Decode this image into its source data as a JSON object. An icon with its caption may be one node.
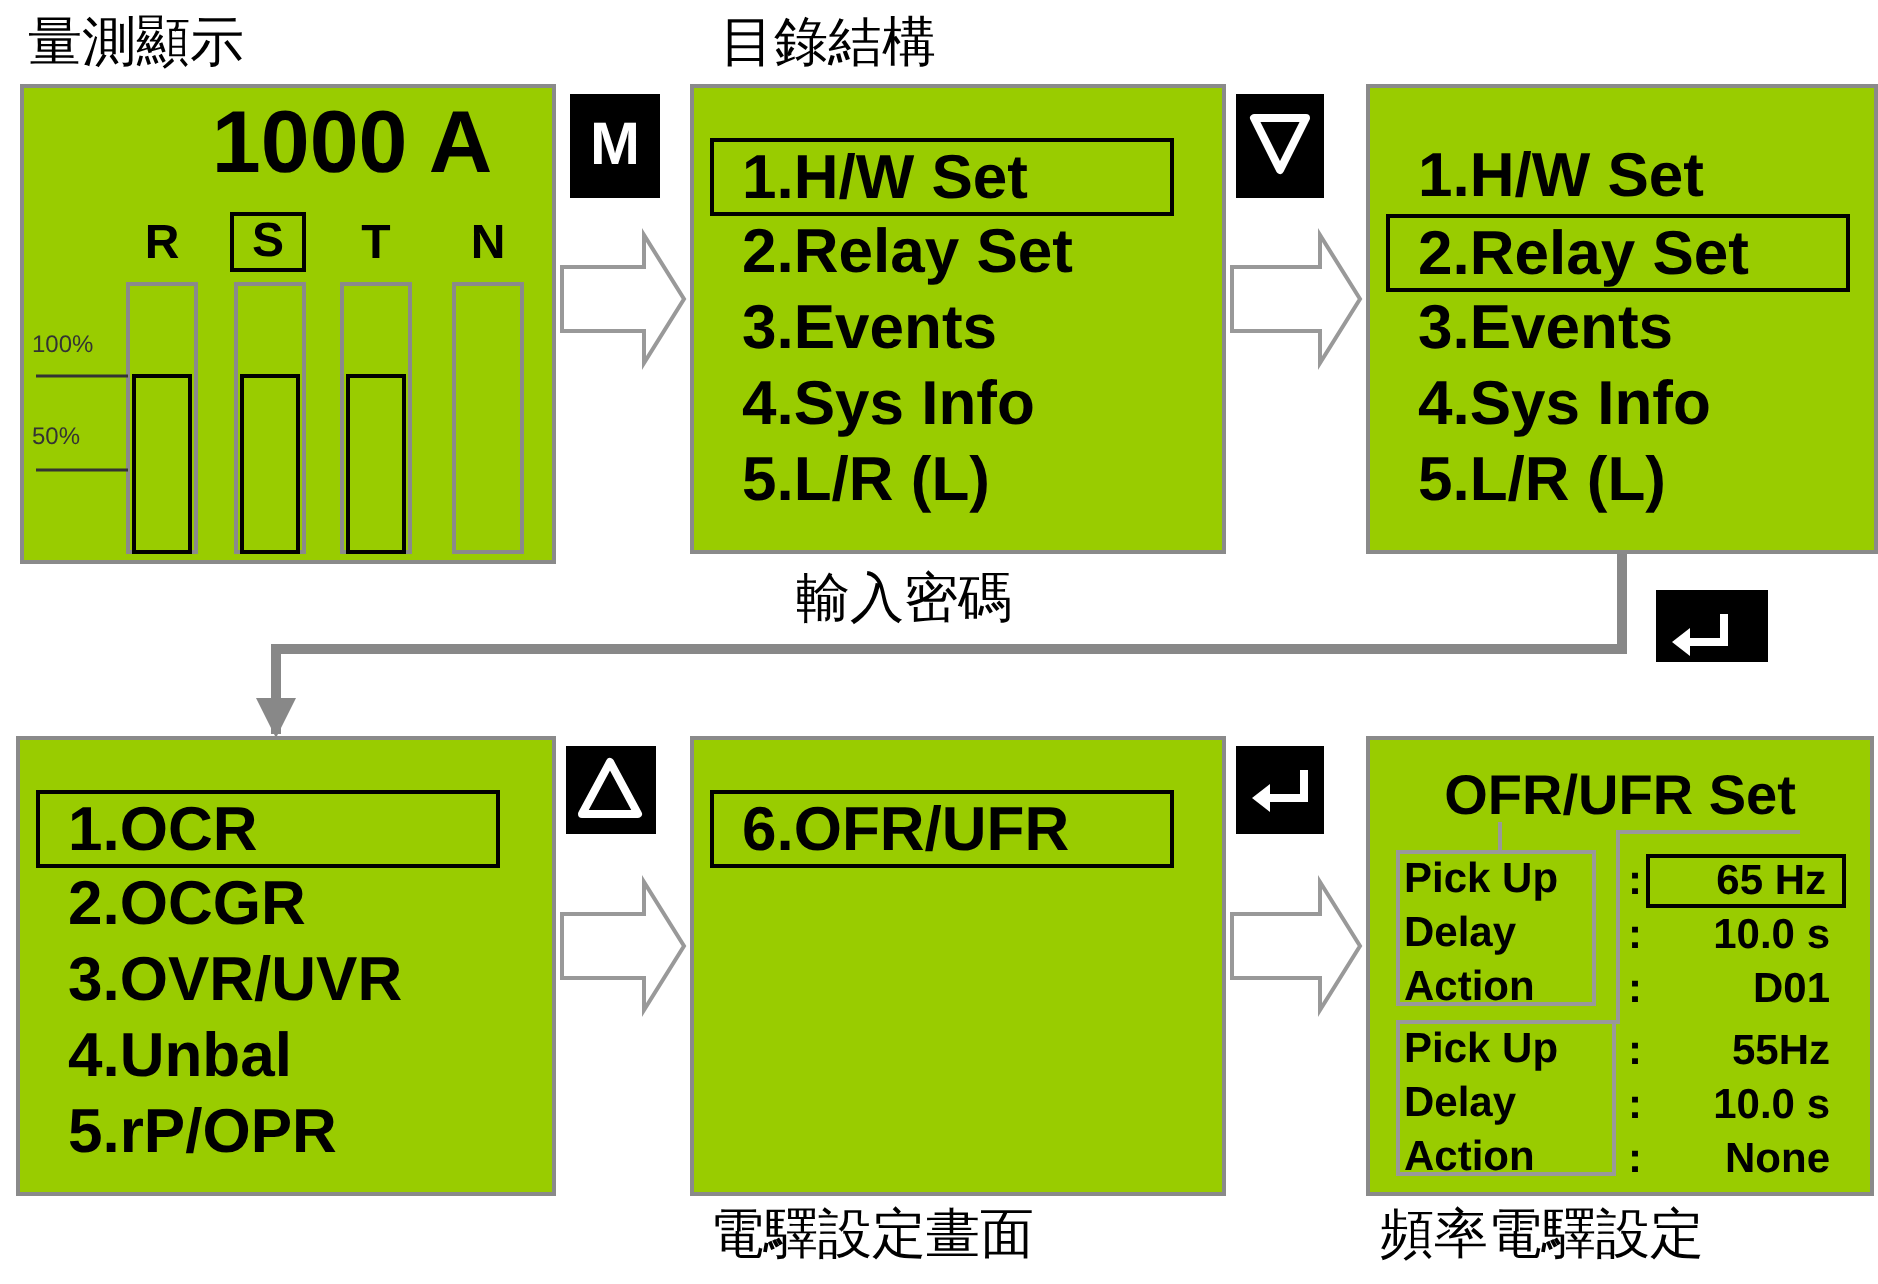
{
  "diagram": {
    "nodes": [
      {
        "text": [
          "1000 A",
          "R",
          "S",
          "T",
          "N",
          "100%",
          "50%"
        ],
        "beside": [
          "量測顯示"
        ]
      },
      {
        "text": [
          "1.H/W Set",
          "2.Relay Set",
          "3.Events",
          "4.Sys Info",
          "5.L/R (L)"
        ],
        "beside": [
          "目錄結構"
        ]
      },
      {
        "text": [
          "1.H/W Set",
          "2.Relay Set",
          "3.Events",
          "4.Sys Info",
          "5.L/R (L)"
        ]
      },
      {
        "text": [
          "1.OCR",
          "2.OCGR",
          "3.OVR/UVR",
          "4.Unbal",
          "5.rP/OPR"
        ]
      },
      {
        "text": [
          "6.OFR/UFR"
        ],
        "beside": [
          "電驛設定畫面"
        ]
      },
      {
        "text": [
          "OFR/UFR Set",
          ":",
          "65 Hz",
          ":",
          "10.0 s",
          ":",
          "D01",
          ":",
          "55Hz",
          ":",
          "10.0 s",
          ":",
          "None"
        ],
        "beside": [
          "頻率電驛設定"
        ]
      },
      {
        "text": [
          "Pick Up",
          "Delay",
          "Action"
        ],
        "in": 5
      },
      {
        "text": [
          "Pick Up",
          "Delay",
          "Action"
        ],
        "in": 5
      }
    ],
    "edges": [
      {
        "from": 0,
        "to": 1,
        "arrow": "to"
      },
      {
        "from": 1,
        "to": 2,
        "arrow": "to"
      },
      {
        "from": 2,
        "to": 3,
        "arrow": "to",
        "style": "thick",
        "color": "#888888"
      },
      {
        "from": 3,
        "to": 4,
        "arrow": "to"
      },
      {
        "from": 4,
        "to": 5,
        "arrow": "to"
      },
      {
        "from": 6,
        "to": null,
        "arrow": "none",
        "color": "#999999"
      },
      {
        "from": 7,
        "to": null,
        "arrow": "none",
        "color": "#999999"
      }
    ],
    "labels": [
      "M",
      "輸入密碼"
    ]
  }
}
